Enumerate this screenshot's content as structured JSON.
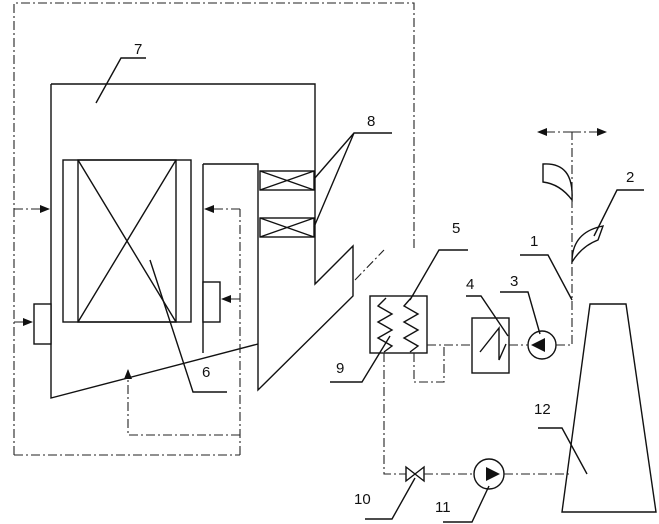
{
  "diagram": {
    "labels": [
      {
        "id": "callout-1",
        "text": "1"
      },
      {
        "id": "callout-2",
        "text": "2"
      },
      {
        "id": "callout-3",
        "text": "3"
      },
      {
        "id": "callout-4",
        "text": "4"
      },
      {
        "id": "callout-5",
        "text": "5"
      },
      {
        "id": "callout-6",
        "text": "6"
      },
      {
        "id": "callout-7",
        "text": "7"
      },
      {
        "id": "callout-8",
        "text": "8"
      },
      {
        "id": "callout-9",
        "text": "9"
      },
      {
        "id": "callout-10",
        "text": "10"
      },
      {
        "id": "callout-11",
        "text": "11"
      },
      {
        "id": "callout-12",
        "text": "12"
      }
    ]
  }
}
